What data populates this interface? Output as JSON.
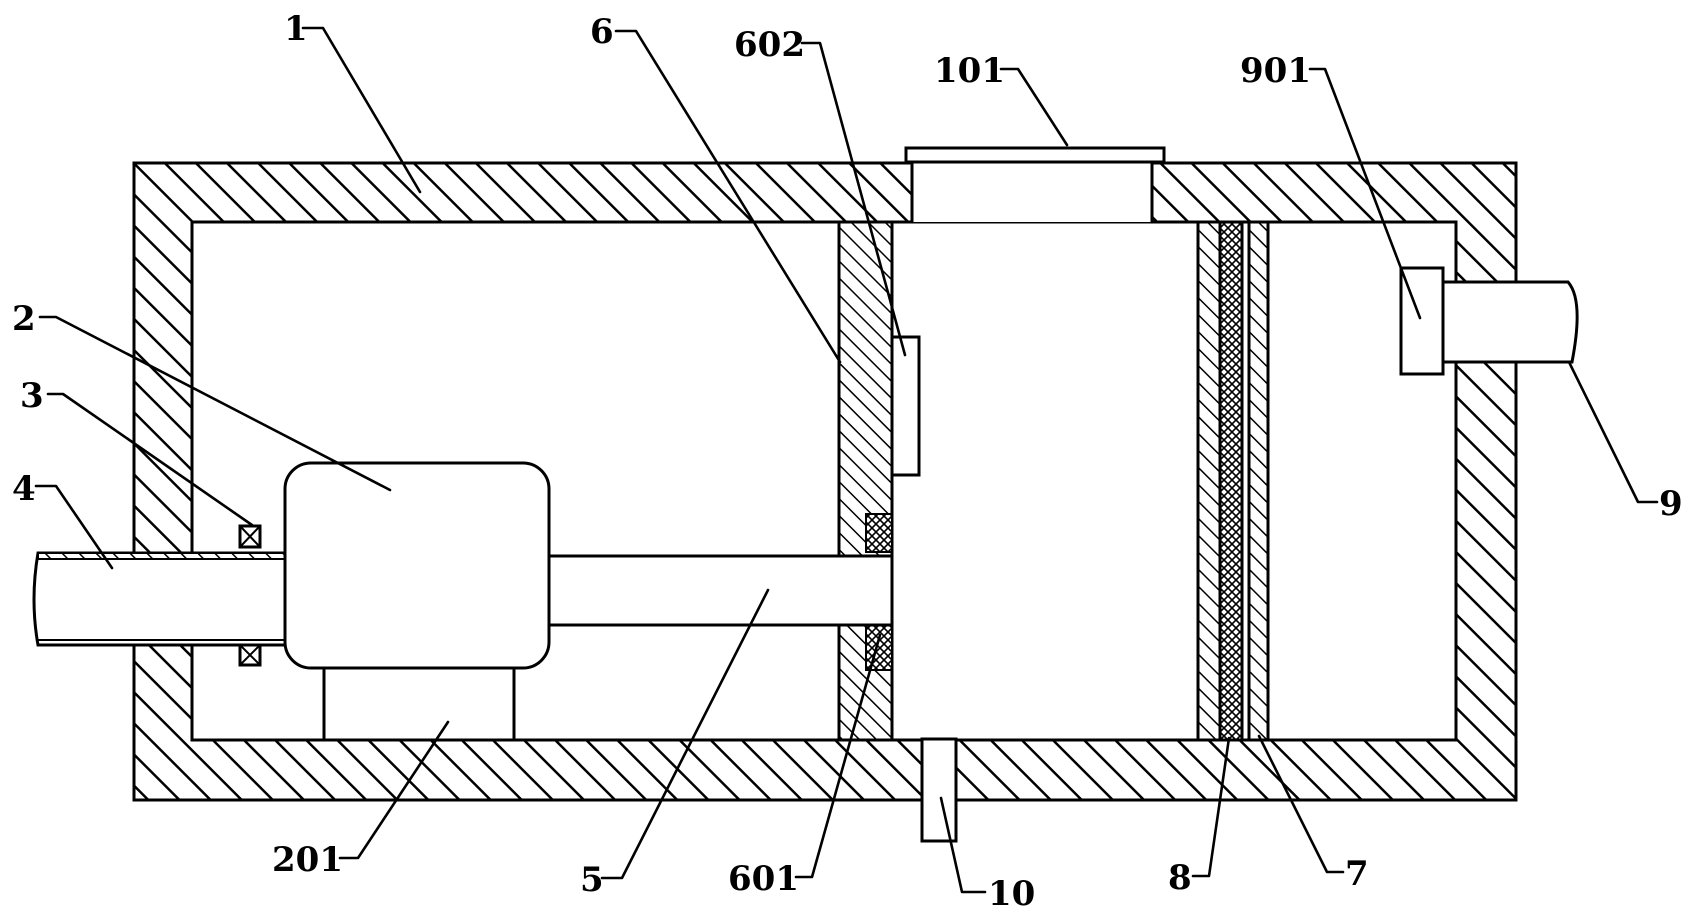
{
  "labels": {
    "l1": "1",
    "l2": "2",
    "l3": "3",
    "l4": "4",
    "l5": "5",
    "l6": "6",
    "l7": "7",
    "l8": "8",
    "l9": "9",
    "l10": "10",
    "l101": "101",
    "l201": "201",
    "l601": "601",
    "l602": "602",
    "l901": "901"
  }
}
